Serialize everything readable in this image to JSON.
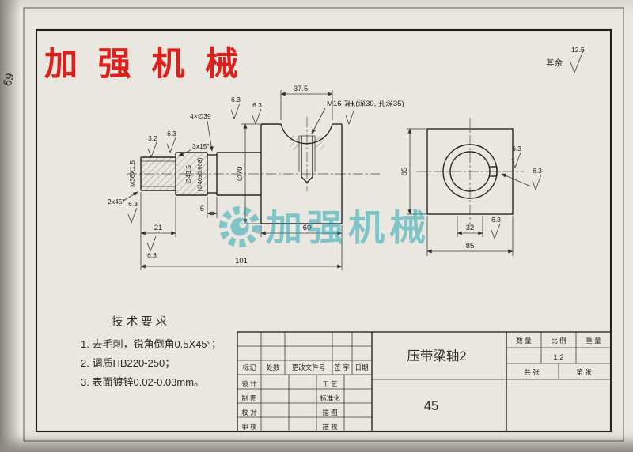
{
  "page": {
    "logo_text": "加 强 机 械",
    "handwritten_note": "69",
    "default_roughness_label": "其余",
    "default_roughness_value": "12.5"
  },
  "watermark": {
    "text": "加强机械"
  },
  "drawing": {
    "roughness": {
      "r63": "6.3",
      "r32": "3.2"
    },
    "shaft": {
      "thread_label": "M36X1.5",
      "dia_step": "∅43.5",
      "dia_step_tol": "(∅40±0.008)",
      "chamfer_left": "2x45°",
      "chamfer_step": "3x15°",
      "groove_note": "4×∅39",
      "dia_main": "∅70",
      "tapped_hole_note": "M16-7H (深30, 孔深35)",
      "dim_notch": "37.5",
      "dim_thread_len": "21",
      "dim_groove": "6",
      "dim_body": "60",
      "dim_total": "101"
    },
    "flange": {
      "dim_height": "85",
      "dim_width": "85",
      "dim_key": "32"
    }
  },
  "tech_requirements": {
    "title": "技 术 要 求",
    "items": [
      "1. 去毛刺，锐角倒角0.5X45°；",
      "2. 调质HB220-250；",
      "3. 表面镀锌0.02-0.03mm。"
    ]
  },
  "title_block": {
    "revision_header": [
      "标记",
      "处数",
      "更改文件号",
      "签 字",
      "日期"
    ],
    "sign_rows": [
      {
        "l": "设 计",
        "r": "工 艺"
      },
      {
        "l": "制 图",
        "r": "标准化"
      },
      {
        "l": "校 对",
        "r": "描 图"
      },
      {
        "l": "审 核",
        "r": "描 校"
      }
    ],
    "part_name": "压带梁轴2",
    "material": "45",
    "qty_label": "数 量",
    "scale_label": "比 例",
    "weight_label": "重 量",
    "scale_value": "1:2",
    "sheet_total_label": "共  张",
    "sheet_no_label": "第  张"
  }
}
